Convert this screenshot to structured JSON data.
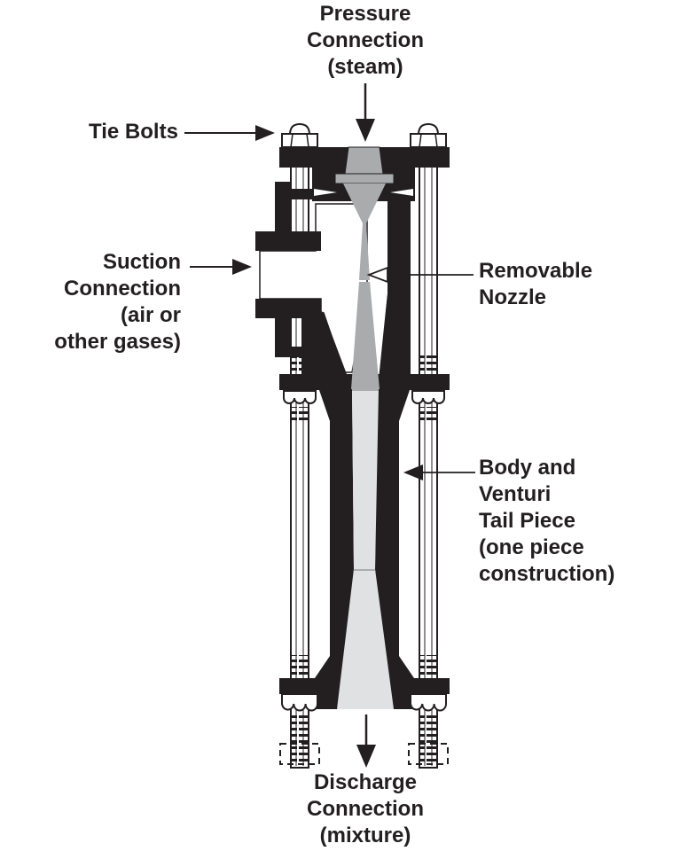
{
  "labels": {
    "pressure_connection": {
      "lines": [
        "Pressure",
        "Connection",
        "(steam)"
      ]
    },
    "tie_bolts": {
      "lines": [
        "Tie Bolts"
      ]
    },
    "suction_connection": {
      "lines": [
        "Suction",
        "Connection",
        "(air or",
        "other gases)"
      ]
    },
    "removable_nozzle": {
      "lines": [
        "Removable",
        "Nozzle"
      ]
    },
    "body_venturi": {
      "lines": [
        "Body and",
        "Venturi",
        "Tail Piece",
        "(one piece",
        "construction)"
      ]
    },
    "discharge_connection": {
      "lines": [
        "Discharge",
        "Connection",
        "(mixture)"
      ]
    }
  },
  "colors": {
    "ink": "#231f20",
    "steam_gray": "#a9abac",
    "mixture_gray": "#e0e1e2",
    "bg": "#ffffff"
  }
}
